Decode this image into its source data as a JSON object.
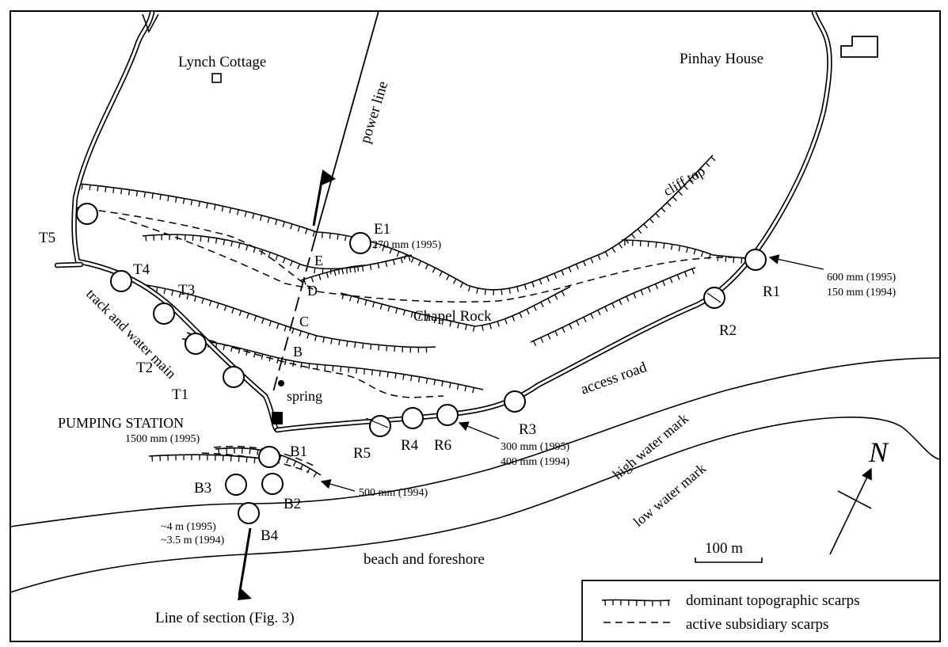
{
  "places": {
    "lynch_cottage": "Lynch Cottage",
    "pinhay_house": "Pinhay House",
    "pumping_station": "PUMPING STATION",
    "chapel_rock": "Chapel Rock",
    "spring": "spring"
  },
  "features": {
    "power_line": "power line",
    "cliff_top": "cliff top",
    "track_water_main": "track and water main",
    "access_road": "access road",
    "high_water_mark": "high water mark",
    "low_water_mark": "low water mark",
    "beach": "beach and foreshore",
    "section_line": "Line of section (Fig. 3)"
  },
  "section_points": [
    "E",
    "D",
    "C",
    "B"
  ],
  "sites": {
    "T1": "T1",
    "T2": "T2",
    "T3": "T3",
    "T4": "T4",
    "T5": "T5",
    "E1": "E1",
    "R1": "R1",
    "R2": "R2",
    "R3": "R3",
    "R4": "R4",
    "R5": "R5",
    "R6": "R6",
    "B1": "B1",
    "B2": "B2",
    "B3": "B3",
    "B4": "B4"
  },
  "movements": {
    "e1": "270 mm (1995)",
    "r1_1995": "600 mm (1995)",
    "r1_1994": "150 mm (1994)",
    "r6_1995": "300 mm (1995)",
    "r6_1994": "400 mm (1994)",
    "b1": "1500 mm (1995)",
    "b2": "500 mm (1994)",
    "b4_1995": "~4 m (1995)",
    "b4_1994": "~3.5 m (1994)"
  },
  "north": "N",
  "scale": "100 m",
  "legend": {
    "dominant": "dominant topographic scarps",
    "active": "active subsidiary scarps"
  }
}
